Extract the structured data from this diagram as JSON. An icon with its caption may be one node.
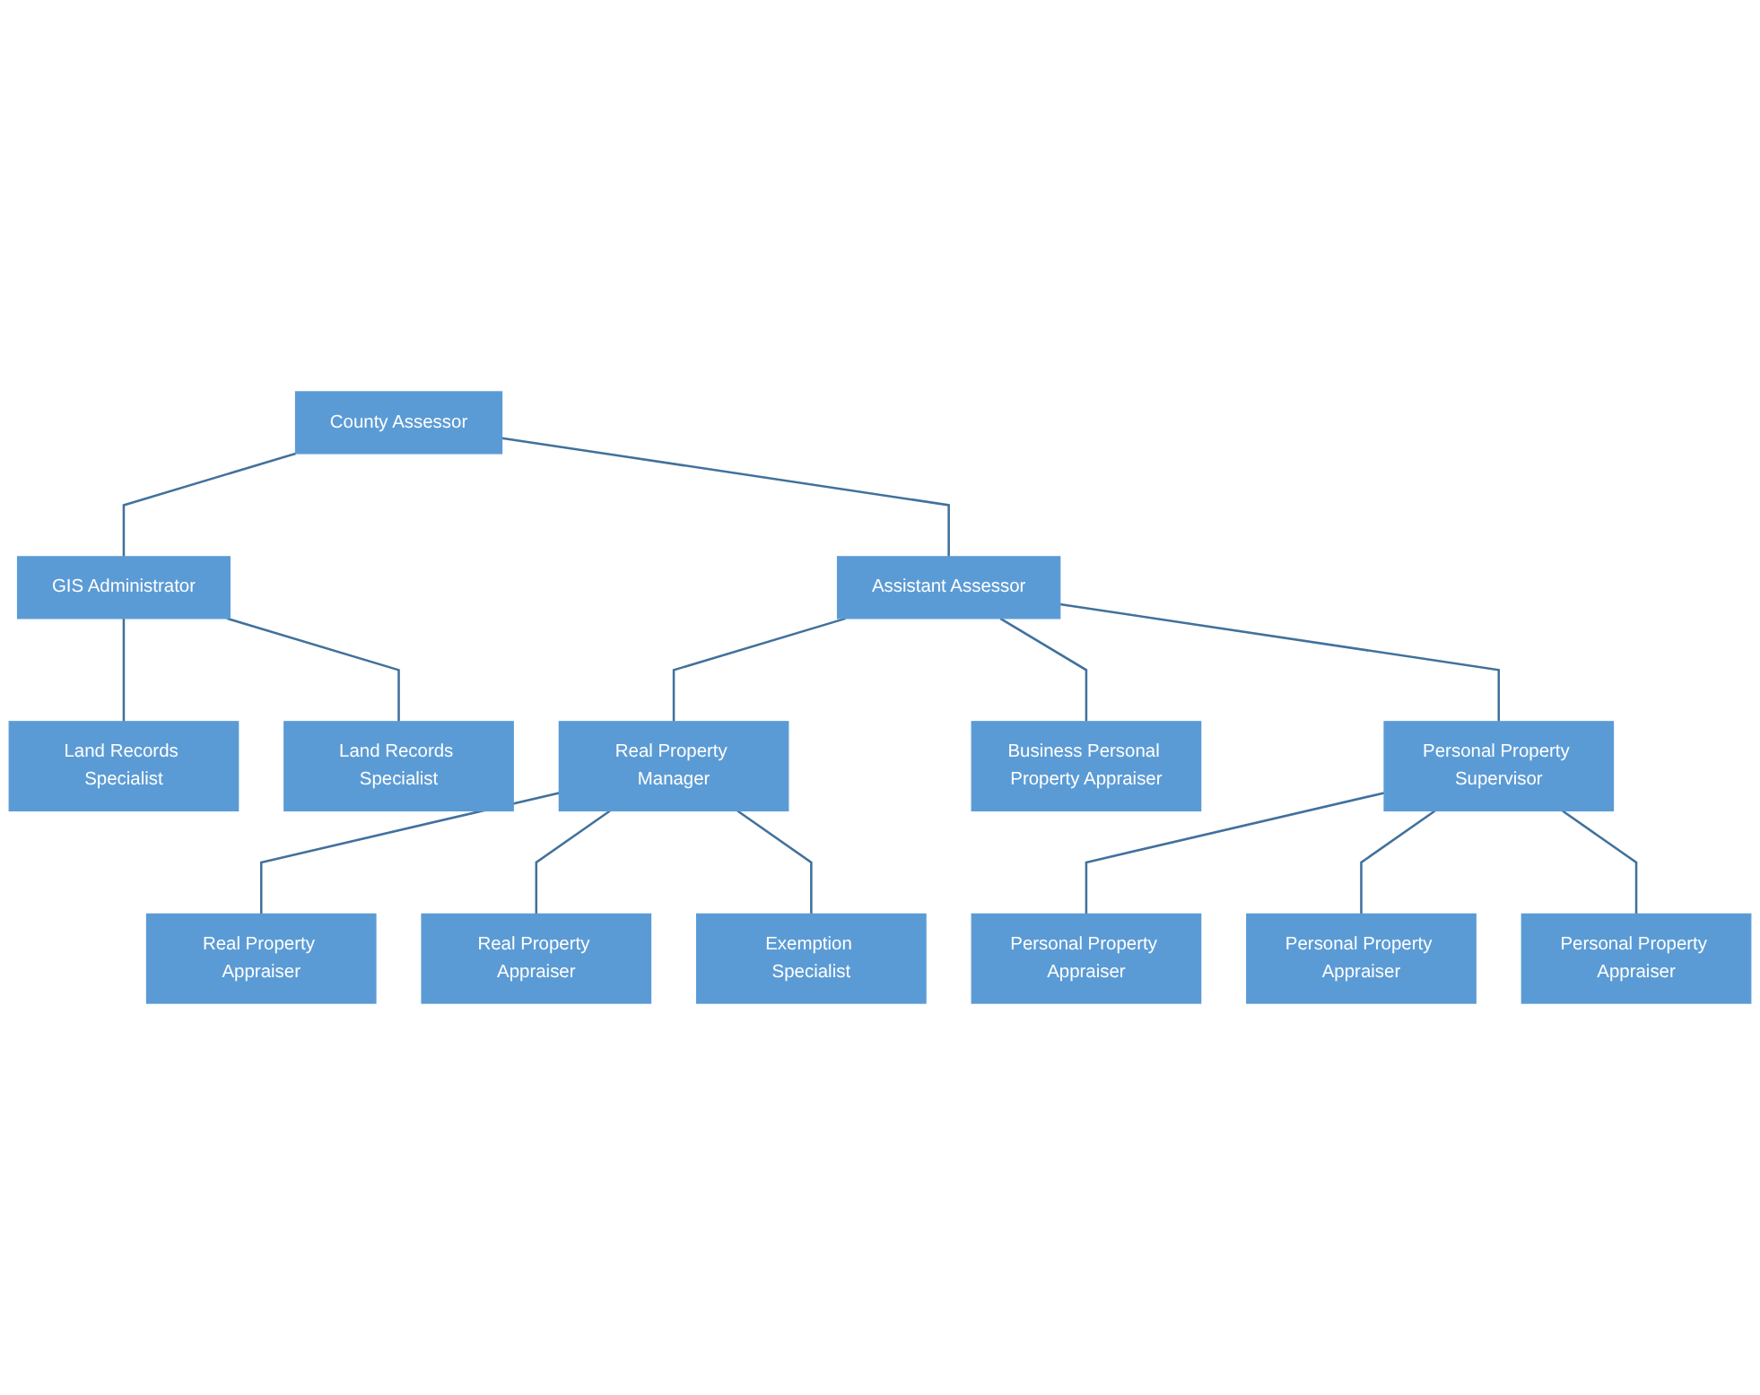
{
  "diagram": {
    "nodes": [
      {
        "text": [
          "County Assessor"
        ]
      },
      {
        "text": [
          "GIS Administrator"
        ]
      },
      {
        "text": [
          "Assistant Assessor"
        ]
      },
      {
        "text": [
          "Land Records Specialist"
        ]
      },
      {
        "text": [
          "Land Records Specialist"
        ]
      },
      {
        "text": [
          "Real Property Manager"
        ]
      },
      {
        "text": [
          "Business Personal Property Appraiser"
        ]
      },
      {
        "text": [
          "Personal Property Supervisor"
        ]
      },
      {
        "text": [
          "Real Property Appraiser"
        ]
      },
      {
        "text": [
          "Real Property Appraiser"
        ]
      },
      {
        "text": [
          "Exemption Specialist"
        ]
      },
      {
        "text": [
          "Personal Property Appraiser"
        ]
      },
      {
        "text": [
          "Personal Property Appraiser"
        ]
      },
      {
        "text": [
          "Personal Property Appraiser"
        ]
      }
    ],
    "edges": [
      {
        "from": 0,
        "to": 1,
        "arrow": "none"
      },
      {
        "from": 0,
        "to": 2,
        "arrow": "none"
      },
      {
        "from": 1,
        "to": 3,
        "arrow": "none"
      },
      {
        "from": 1,
        "to": 4,
        "arrow": "none"
      },
      {
        "from": 2,
        "to": 5,
        "arrow": "none"
      },
      {
        "from": 2,
        "to": 6,
        "arrow": "none"
      },
      {
        "from": 2,
        "to": 7,
        "arrow": "none"
      },
      {
        "from": 5,
        "to": 8,
        "arrow": "none"
      },
      {
        "from": 5,
        "to": 9,
        "arrow": "none"
      },
      {
        "from": 5,
        "to": 10,
        "arrow": "none"
      },
      {
        "from": 7,
        "to": 11,
        "arrow": "none"
      },
      {
        "from": 7,
        "to": 12,
        "arrow": "none"
      },
      {
        "from": 7,
        "to": 13,
        "arrow": "none"
      }
    ]
  }
}
